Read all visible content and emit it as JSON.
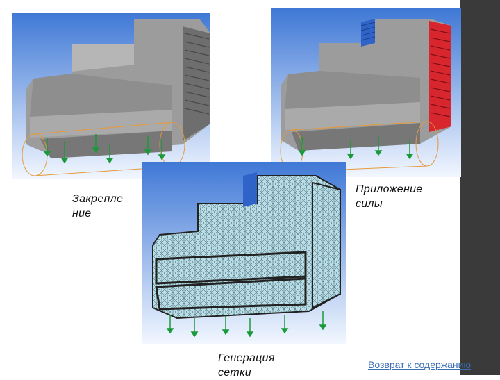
{
  "captions": {
    "fixation": "Закрепление",
    "force": "Приложение силы",
    "mesh": "Генерация сетки"
  },
  "link": {
    "back": "Возврат к содержанию"
  },
  "colors": {
    "sky_top": "#3f78d6",
    "sky_bottom": "#f2f7ff",
    "part": "#a8a8a8",
    "fixture_arrow": "#1a9a3a",
    "force_face": "#d8262f",
    "fixed_face": "#2f63c8",
    "mesh_fill": "#b8dde6",
    "sidebar": "#3a3a3a",
    "link": "#3b6fb6"
  }
}
